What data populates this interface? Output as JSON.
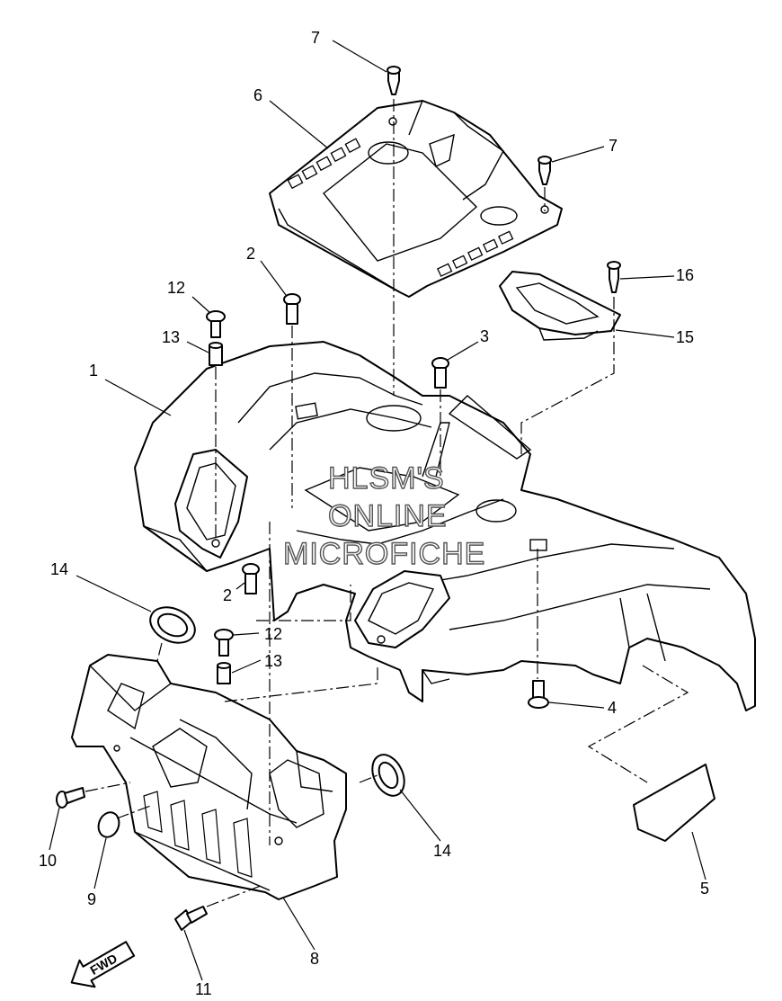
{
  "callouts": {
    "c7a": "7",
    "c7b": "7",
    "c6": "6",
    "c2a": "2",
    "c2b": "2",
    "c12a": "12",
    "c12b": "12",
    "c13a": "13",
    "c13b": "13",
    "c1": "1",
    "c3": "3",
    "c16": "16",
    "c15": "15",
    "c14a": "14",
    "c14b": "14",
    "c4": "4",
    "c5": "5",
    "c10": "10",
    "c9": "9",
    "c11": "11",
    "c8": "8"
  },
  "watermark": {
    "line1": "HLSM'S",
    "line2": "ONLINE",
    "line3": "MICROFICHE"
  },
  "fwd_label": "FWD"
}
